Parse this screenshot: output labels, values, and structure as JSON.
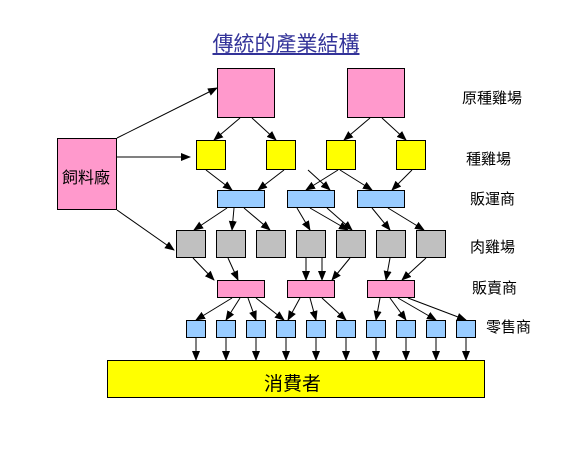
{
  "title": "傳統的產業結構",
  "feed_mill": "飼料廠",
  "consumer": "消費者",
  "levels": {
    "grandparent": "原種雞場",
    "parent": "種雞場",
    "transport": "販運商",
    "broiler": "肉雞場",
    "wholesale": "販賣商",
    "retail": "零售商"
  },
  "colors": {
    "pink": "#ff99cc",
    "yellow": "#ffff00",
    "blue": "#99ccff",
    "gray": "#c0c0c0",
    "title": "#333399"
  }
}
